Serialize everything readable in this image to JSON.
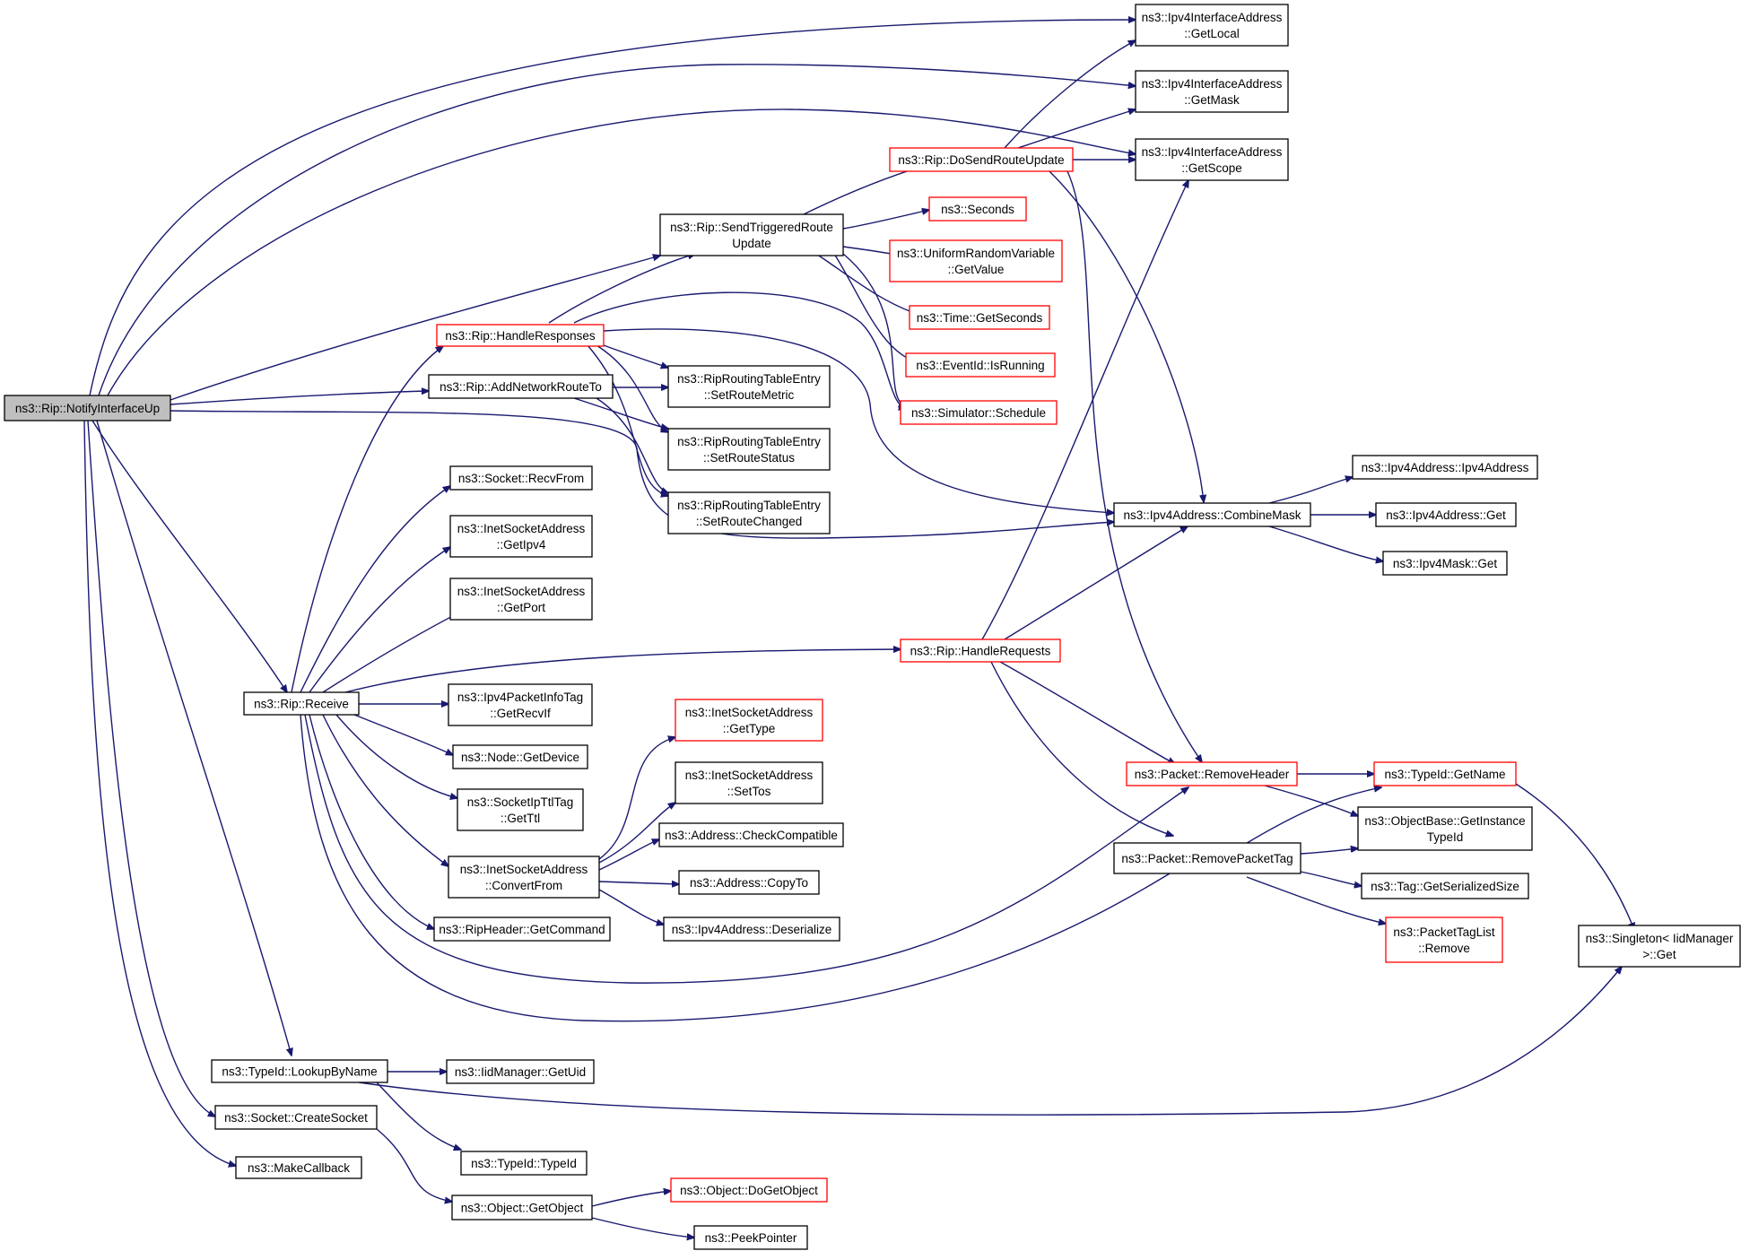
{
  "colors": {
    "edge": "#191970",
    "normal_border": "#000000",
    "incomplete_border": "#ff0000",
    "root_fill": "#bfbfbf"
  },
  "nodes": {
    "root": {
      "lines": [
        "ns3::Rip::NotifyInterfaceUp"
      ]
    },
    "getLocal": {
      "lines": [
        "ns3::Ipv4InterfaceAddress",
        "::GetLocal"
      ]
    },
    "getMask": {
      "lines": [
        "ns3::Ipv4InterfaceAddress",
        "::GetMask"
      ]
    },
    "getScope": {
      "lines": [
        "ns3::Ipv4InterfaceAddress",
        "::GetScope"
      ]
    },
    "doSend": {
      "lines": [
        "ns3::Rip::DoSendRouteUpdate"
      ]
    },
    "seconds": {
      "lines": [
        "ns3::Seconds"
      ]
    },
    "sendTrig": {
      "lines": [
        "ns3::Rip::SendTriggeredRoute",
        "Update"
      ]
    },
    "urvGetValue": {
      "lines": [
        "ns3::UniformRandomVariable",
        "::GetValue"
      ]
    },
    "timeGetSec": {
      "lines": [
        "ns3::Time::GetSeconds"
      ]
    },
    "eventIsRun": {
      "lines": [
        "ns3::EventId::IsRunning"
      ]
    },
    "simSchedule": {
      "lines": [
        "ns3::Simulator::Schedule"
      ]
    },
    "handleResp": {
      "lines": [
        "ns3::Rip::HandleResponses"
      ]
    },
    "addNetRoute": {
      "lines": [
        "ns3::Rip::AddNetworkRouteTo"
      ]
    },
    "setMetric": {
      "lines": [
        "ns3::RipRoutingTableEntry",
        "::SetRouteMetric"
      ]
    },
    "setStatus": {
      "lines": [
        "ns3::RipRoutingTableEntry",
        "::SetRouteStatus"
      ]
    },
    "setChanged": {
      "lines": [
        "ns3::RipRoutingTableEntry",
        "::SetRouteChanged"
      ]
    },
    "recvFrom": {
      "lines": [
        "ns3::Socket::RecvFrom"
      ]
    },
    "getIpv4": {
      "lines": [
        "ns3::InetSocketAddress",
        "::GetIpv4"
      ]
    },
    "getPort": {
      "lines": [
        "ns3::InetSocketAddress",
        "::GetPort"
      ]
    },
    "ipv4Ctor": {
      "lines": [
        "ns3::Ipv4Address::Ipv4Address"
      ]
    },
    "combineMask": {
      "lines": [
        "ns3::Ipv4Address::CombineMask"
      ]
    },
    "ipv4Get": {
      "lines": [
        "ns3::Ipv4Address::Get"
      ]
    },
    "maskGet": {
      "lines": [
        "ns3::Ipv4Mask::Get"
      ]
    },
    "handleReq": {
      "lines": [
        "ns3::Rip::HandleRequests"
      ]
    },
    "receive": {
      "lines": [
        "ns3::Rip::Receive"
      ]
    },
    "getRecvIf": {
      "lines": [
        "ns3::Ipv4PacketInfoTag",
        "::GetRecvIf"
      ]
    },
    "nodeGetDev": {
      "lines": [
        "ns3::Node::GetDevice"
      ]
    },
    "getTtl": {
      "lines": [
        "ns3::SocketIpTtlTag",
        "::GetTtl"
      ]
    },
    "isaGetType": {
      "lines": [
        "ns3::InetSocketAddress",
        "::GetType"
      ]
    },
    "setTos": {
      "lines": [
        "ns3::InetSocketAddress",
        "::SetTos"
      ]
    },
    "checkCompat": {
      "lines": [
        "ns3::Address::CheckCompatible"
      ]
    },
    "convertFrom": {
      "lines": [
        "ns3::InetSocketAddress",
        "::ConvertFrom"
      ]
    },
    "copyTo": {
      "lines": [
        "ns3::Address::CopyTo"
      ]
    },
    "getCommand": {
      "lines": [
        "ns3::RipHeader::GetCommand"
      ]
    },
    "deserialize": {
      "lines": [
        "ns3::Ipv4Address::Deserialize"
      ]
    },
    "removeHeader": {
      "lines": [
        "ns3::Packet::RemoveHeader"
      ]
    },
    "tidGetName": {
      "lines": [
        "ns3::TypeId::GetName"
      ]
    },
    "getInstTid": {
      "lines": [
        "ns3::ObjectBase::GetInstance",
        "TypeId"
      ]
    },
    "removePktTag": {
      "lines": [
        "ns3::Packet::RemovePacketTag"
      ]
    },
    "tagGetSize": {
      "lines": [
        "ns3::Tag::GetSerializedSize"
      ]
    },
    "ptlRemove": {
      "lines": [
        "ns3::PacketTagList",
        "::Remove"
      ]
    },
    "singletonGet": {
      "lines": [
        "ns3::Singleton< IidManager",
        " >::Get"
      ]
    },
    "lookupByName": {
      "lines": [
        "ns3::TypeId::LookupByName"
      ]
    },
    "iidGetUid": {
      "lines": [
        "ns3::IidManager::GetUid"
      ]
    },
    "createSocket": {
      "lines": [
        "ns3::Socket::CreateSocket"
      ]
    },
    "typeIdCtor": {
      "lines": [
        "ns3::TypeId::TypeId"
      ]
    },
    "makeCallback": {
      "lines": [
        "ns3::MakeCallback"
      ]
    },
    "getObject": {
      "lines": [
        "ns3::Object::GetObject"
      ]
    },
    "doGetObject": {
      "lines": [
        "ns3::Object::DoGetObject"
      ]
    },
    "peekPointer": {
      "lines": [
        "ns3::PeekPointer"
      ]
    }
  }
}
